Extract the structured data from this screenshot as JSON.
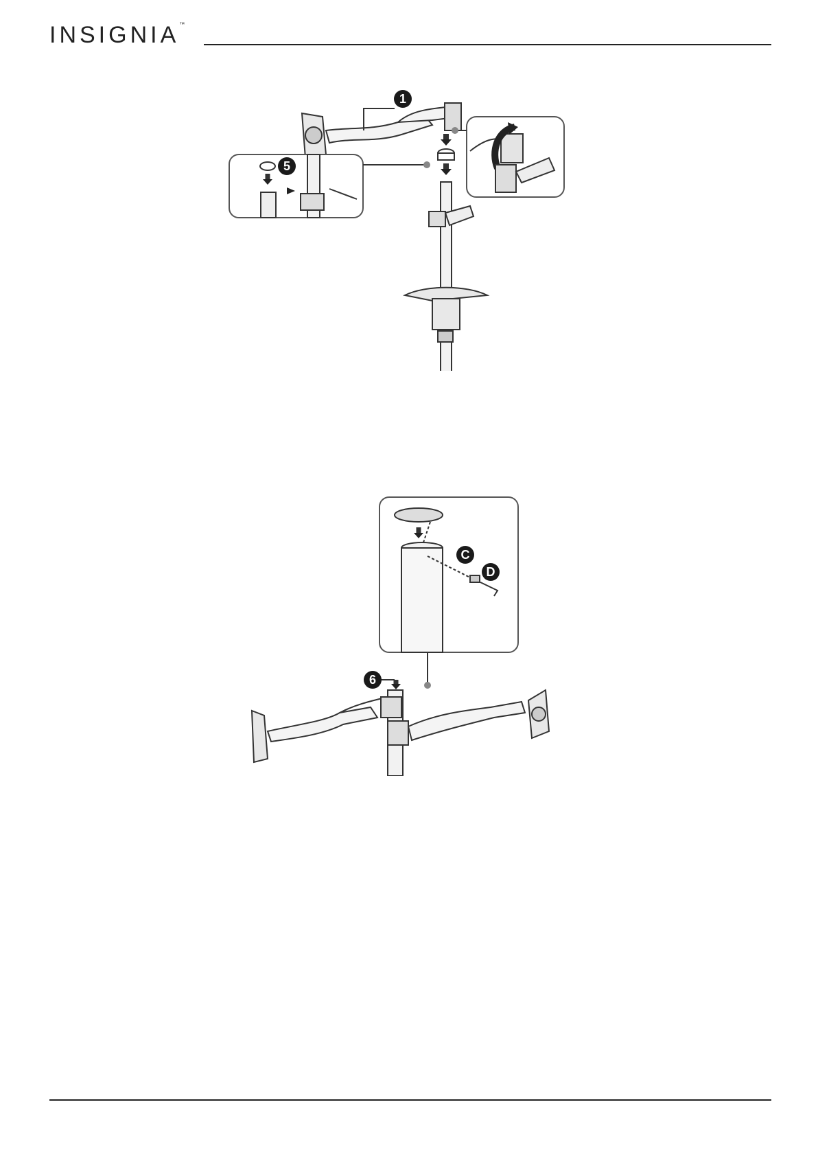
{
  "header": {
    "brand": "INSIGNIA",
    "trademark": "™"
  },
  "figure1": {
    "callouts": {
      "arm": "1",
      "cap_detail": "5"
    }
  },
  "figure2": {
    "callouts": {
      "cap": "6",
      "screw": "C",
      "hex_key": "D"
    }
  }
}
